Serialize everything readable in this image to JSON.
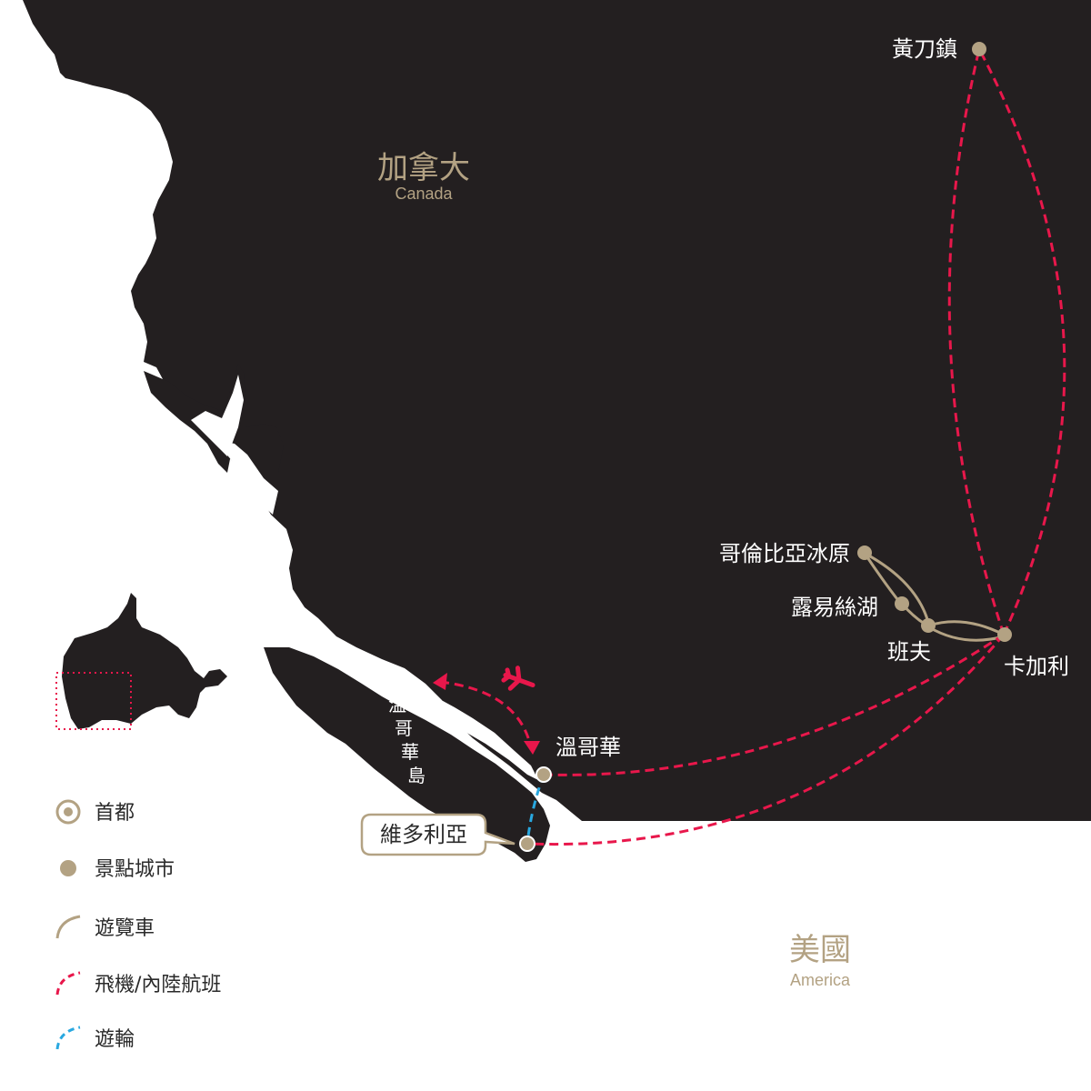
{
  "colors": {
    "land": "#231f20",
    "ocean": "#ffffff",
    "accent": "#b3a283",
    "flight": "#e8174b",
    "ferry": "#29a8e0",
    "label_on_dark": "#ffffff",
    "label_on_light": "#2a2a2a"
  },
  "regions": {
    "canada": {
      "name": "加拿大",
      "name_en": "Canada"
    },
    "usa": {
      "name": "美國",
      "name_en": "America"
    },
    "island": {
      "chars": [
        "溫",
        "哥",
        "華",
        "島"
      ]
    }
  },
  "cities": {
    "yellowknife": "黃刀鎮",
    "columbia_icefield": "哥倫比亞冰原",
    "lake_louise": "露易絲湖",
    "banff": "班夫",
    "calgary": "卡加利",
    "vancouver": "溫哥華",
    "victoria": "維多利亞"
  },
  "legend": {
    "capital": {
      "icon": "capital-ring-icon",
      "label": "首都"
    },
    "city": {
      "icon": "city-dot-icon",
      "label": "景點城市"
    },
    "bus": {
      "icon": "bus-arc-icon",
      "label": "遊覽車"
    },
    "flight": {
      "icon": "flight-dashed-arc-icon",
      "label": "飛機/內陸航班"
    },
    "cruise": {
      "icon": "cruise-dashed-arc-icon",
      "label": "遊輪"
    }
  }
}
